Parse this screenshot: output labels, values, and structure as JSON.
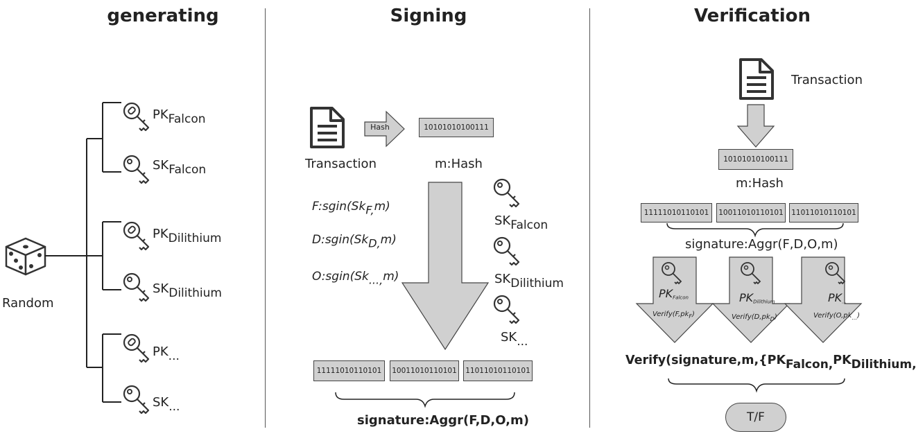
{
  "sections": {
    "generating": "generating",
    "signing": "Signing",
    "verification": "Verification"
  },
  "generating": {
    "random_label": "Random",
    "keys": [
      {
        "prefix": "PK",
        "sub": "Falcon"
      },
      {
        "prefix": "SK",
        "sub": "Falcon"
      },
      {
        "prefix": "PK",
        "sub": "Dilithium"
      },
      {
        "prefix": "SK",
        "sub": "Dilithium"
      },
      {
        "prefix": "PK",
        "sub": "..."
      },
      {
        "prefix": "SK",
        "sub": "..."
      }
    ]
  },
  "signing": {
    "transaction_label": "Transaction",
    "hash_label": "Hash",
    "hash_bits": "10101010100111",
    "m_hash": "m:Hash",
    "sign_ops": [
      {
        "pre": "F:sgin(Sk",
        "sub": "F,",
        "post": "m)"
      },
      {
        "pre": "D:sgin(Sk",
        "sub": "D,",
        "post": "m)"
      },
      {
        "pre": "O:sgin(Sk",
        "sub": "...,",
        "post": "m)"
      }
    ],
    "secret_keys": [
      {
        "prefix": "SK",
        "sub": "Falcon"
      },
      {
        "prefix": "SK",
        "sub": "Dilithium"
      },
      {
        "prefix": "SK",
        "sub": "..."
      }
    ],
    "sig_bits": [
      "11111010110101",
      "10011010110101",
      "11011010110101"
    ],
    "aggregate": "signature:Aggr(F,D,O,m)"
  },
  "verification": {
    "transaction_label": "Transaction",
    "hash_bits": "10101010100111",
    "m_hash": "m:Hash",
    "sig_bits": [
      "11111010110101",
      "10011010110101",
      "11011010110101"
    ],
    "aggregate": "signature:Aggr(F,D,O,m)",
    "verifiers": [
      {
        "pk": "PK",
        "sub": "Falcon",
        "op": "Verify(F,pk",
        "op_sub": "F",
        "op_end": ")"
      },
      {
        "pk": "PK",
        "sub": "Dilithium",
        "op": "Verify(D,pk",
        "op_sub": "D",
        "op_end": ")"
      },
      {
        "pk": "PK",
        "sub": "...",
        "op": "Verify(O,pk",
        "op_sub": "...",
        "op_end": ")"
      }
    ],
    "verify_call": {
      "pre": "Verify(signature,m,{PK",
      "s1": "Falcon,",
      "mid1": "PK",
      "s2": "Dilithium,",
      "mid2": "PK",
      "s3": "...",
      "end": "}"
    },
    "result": "T/F"
  }
}
